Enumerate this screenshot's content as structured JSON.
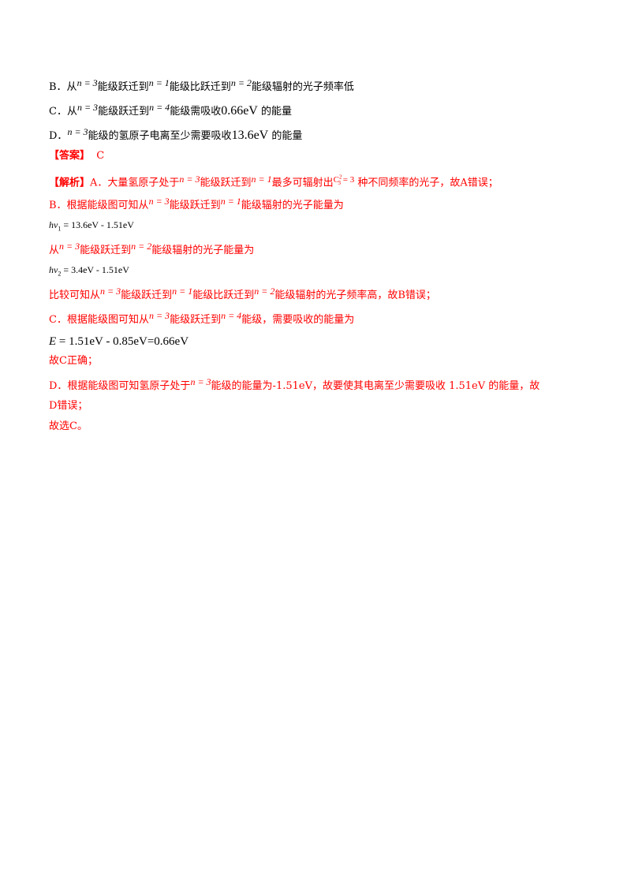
{
  "lines": {
    "b": {
      "prefix": "B．从",
      "m1": "n = 3",
      "t1": "能级跃迁到",
      "m2": "n = 1",
      "t2": "能级比跃迁到",
      "m3": "n = 2",
      "t3": "能级辐射的光子频率低"
    },
    "c": {
      "prefix": "C．从",
      "m1": "n = 3",
      "t1": "能级跃迁到",
      "m2": "n = 4",
      "t2": "能级需吸收",
      "v": "0.66eV",
      "t3": "的能量"
    },
    "d": {
      "prefix": "D．",
      "m1": "n = 3",
      "t1": "能级的氢原子电离至少需要吸收",
      "v": "13.6eV",
      "t2": "的能量"
    }
  },
  "answer": {
    "label": "【答案】",
    "value": "C"
  },
  "analysis": {
    "a": {
      "label": "【解析】",
      "prefix": "A．大量氢原子处于",
      "m1": "n = 3",
      "t1": "能级跃迁到",
      "m2": "n = 1",
      "t2": "最多可辐射出",
      "comb_base": "C",
      "comb_sup": "2",
      "comb_sub": "3",
      "comb_eq": " = 3",
      "t3": "种不同频率的光子，故A错误；"
    },
    "b1": {
      "prefix": "B．根据能级图可知从",
      "m1": "n = 3",
      "t1": "能级跃迁到",
      "m2": "n = 1",
      "t2": "能级辐射的光子能量为"
    },
    "eq1": {
      "h": "hν",
      "sub": "1",
      "rest": " = 13.6eV - 1.51eV"
    },
    "b2": {
      "prefix": "从",
      "m1": "n = 3",
      "t1": "能级跃迁到",
      "m2": "n = 2",
      "t2": "能级辐射的光子能量为"
    },
    "eq2": {
      "h": "hν",
      "sub": "2",
      "rest": " = 3.4eV - 1.51eV"
    },
    "b3": {
      "prefix": "比较可知从",
      "m1": "n = 3",
      "t1": "能级跃迁到",
      "m2": "n = 1",
      "t2": "能级比跃迁到",
      "m3": "n = 2",
      "t3": "能级辐射的光子频率高，故B错误；"
    },
    "c1": {
      "prefix": "C．根据能级图可知从",
      "m1": "n = 3",
      "t1": "能级跃迁到",
      "m2": "n = 4",
      "t2": "能级，需要吸收的能量为"
    },
    "eq3": {
      "e": "E",
      "rest": " = 1.51eV - 0.85eV=0.66eV"
    },
    "c2": "故C正确；",
    "d1": {
      "prefix": "D．根据能级图可知氢原子处于",
      "m1": "n = 3",
      "t1": "能级的能量为-1.51eV，故要使其电离至少需要吸收 1.51eV 的能量，故"
    },
    "d2": "D错误；",
    "final": "故选C。"
  }
}
